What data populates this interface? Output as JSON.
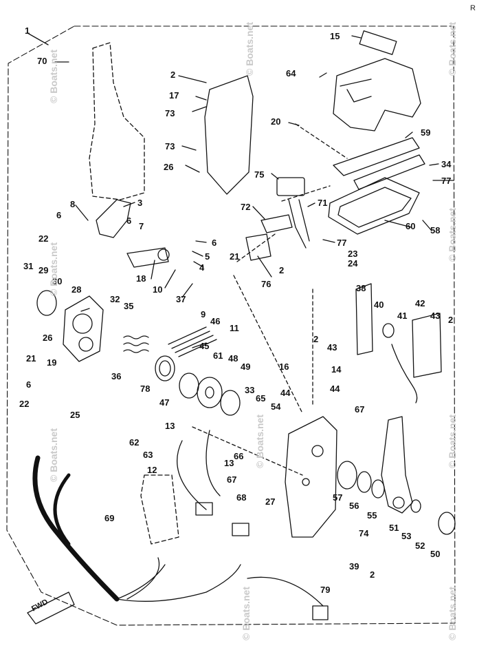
{
  "diagram": {
    "corner_marks": [
      "R"
    ],
    "direction_label": "FWD",
    "watermark": "© Boats.net",
    "part_numbers": [
      {
        "id": "p1",
        "text": "1"
      },
      {
        "id": "p70",
        "text": "70"
      },
      {
        "id": "p2a",
        "text": "2"
      },
      {
        "id": "p17",
        "text": "17"
      },
      {
        "id": "p73a",
        "text": "73"
      },
      {
        "id": "p73b",
        "text": "73"
      },
      {
        "id": "p26a",
        "text": "26"
      },
      {
        "id": "p15",
        "text": "15"
      },
      {
        "id": "p64",
        "text": "64"
      },
      {
        "id": "p20",
        "text": "20"
      },
      {
        "id": "p59",
        "text": "59"
      },
      {
        "id": "p34",
        "text": "34"
      },
      {
        "id": "p77a",
        "text": "77"
      },
      {
        "id": "p75",
        "text": "75"
      },
      {
        "id": "p72",
        "text": "72"
      },
      {
        "id": "p71",
        "text": "71"
      },
      {
        "id": "p60",
        "text": "60"
      },
      {
        "id": "p58",
        "text": "58"
      },
      {
        "id": "p77b",
        "text": "77"
      },
      {
        "id": "p23",
        "text": "23"
      },
      {
        "id": "p24",
        "text": "24"
      },
      {
        "id": "p76",
        "text": "76"
      },
      {
        "id": "p2b",
        "text": "2"
      },
      {
        "id": "p21a",
        "text": "21"
      },
      {
        "id": "p3",
        "text": "3"
      },
      {
        "id": "p8",
        "text": "8"
      },
      {
        "id": "p6a",
        "text": "6"
      },
      {
        "id": "p6b",
        "text": "6"
      },
      {
        "id": "p7",
        "text": "7"
      },
      {
        "id": "p22a",
        "text": "22"
      },
      {
        "id": "p6c",
        "text": "6"
      },
      {
        "id": "p5",
        "text": "5"
      },
      {
        "id": "p4",
        "text": "4"
      },
      {
        "id": "p18",
        "text": "18"
      },
      {
        "id": "p10",
        "text": "10"
      },
      {
        "id": "p37",
        "text": "37"
      },
      {
        "id": "p31",
        "text": "31"
      },
      {
        "id": "p29",
        "text": "29"
      },
      {
        "id": "p30",
        "text": "30"
      },
      {
        "id": "p28",
        "text": "28"
      },
      {
        "id": "p32",
        "text": "32"
      },
      {
        "id": "p35",
        "text": "35"
      },
      {
        "id": "p9",
        "text": "9"
      },
      {
        "id": "p11",
        "text": "11"
      },
      {
        "id": "p46",
        "text": "46"
      },
      {
        "id": "p45",
        "text": "45"
      },
      {
        "id": "p38",
        "text": "38"
      },
      {
        "id": "p40",
        "text": "40"
      },
      {
        "id": "p42",
        "text": "42"
      },
      {
        "id": "p41",
        "text": "41"
      },
      {
        "id": "p43a",
        "text": "43"
      },
      {
        "id": "p2c",
        "text": "2"
      },
      {
        "id": "p2d",
        "text": "2"
      },
      {
        "id": "p43b",
        "text": "43"
      },
      {
        "id": "p26b",
        "text": "26"
      },
      {
        "id": "p21b",
        "text": "21"
      },
      {
        "id": "p19",
        "text": "19"
      },
      {
        "id": "p6d",
        "text": "6"
      },
      {
        "id": "p22b",
        "text": "22"
      },
      {
        "id": "p25",
        "text": "25"
      },
      {
        "id": "p36",
        "text": "36"
      },
      {
        "id": "p78",
        "text": "78"
      },
      {
        "id": "p47",
        "text": "47"
      },
      {
        "id": "p61",
        "text": "61"
      },
      {
        "id": "p48",
        "text": "48"
      },
      {
        "id": "p49",
        "text": "49"
      },
      {
        "id": "p33",
        "text": "33"
      },
      {
        "id": "p65",
        "text": "65"
      },
      {
        "id": "p54",
        "text": "54"
      },
      {
        "id": "p16",
        "text": "16"
      },
      {
        "id": "p14",
        "text": "14"
      },
      {
        "id": "p44a",
        "text": "44"
      },
      {
        "id": "p44b",
        "text": "44"
      },
      {
        "id": "p67a",
        "text": "67"
      },
      {
        "id": "p62",
        "text": "62"
      },
      {
        "id": "p63",
        "text": "63"
      },
      {
        "id": "p13a",
        "text": "13"
      },
      {
        "id": "p13b",
        "text": "13"
      },
      {
        "id": "p12",
        "text": "12"
      },
      {
        "id": "p66",
        "text": "66"
      },
      {
        "id": "p67b",
        "text": "67"
      },
      {
        "id": "p68",
        "text": "68"
      },
      {
        "id": "p27",
        "text": "27"
      },
      {
        "id": "p57",
        "text": "57"
      },
      {
        "id": "p56",
        "text": "56"
      },
      {
        "id": "p55",
        "text": "55"
      },
      {
        "id": "p51",
        "text": "51"
      },
      {
        "id": "p53",
        "text": "53"
      },
      {
        "id": "p52",
        "text": "52"
      },
      {
        "id": "p50",
        "text": "50"
      },
      {
        "id": "p74",
        "text": "74"
      },
      {
        "id": "p69",
        "text": "69"
      },
      {
        "id": "p39",
        "text": "39"
      },
      {
        "id": "p2e",
        "text": "2"
      },
      {
        "id": "p79",
        "text": "79"
      }
    ]
  }
}
